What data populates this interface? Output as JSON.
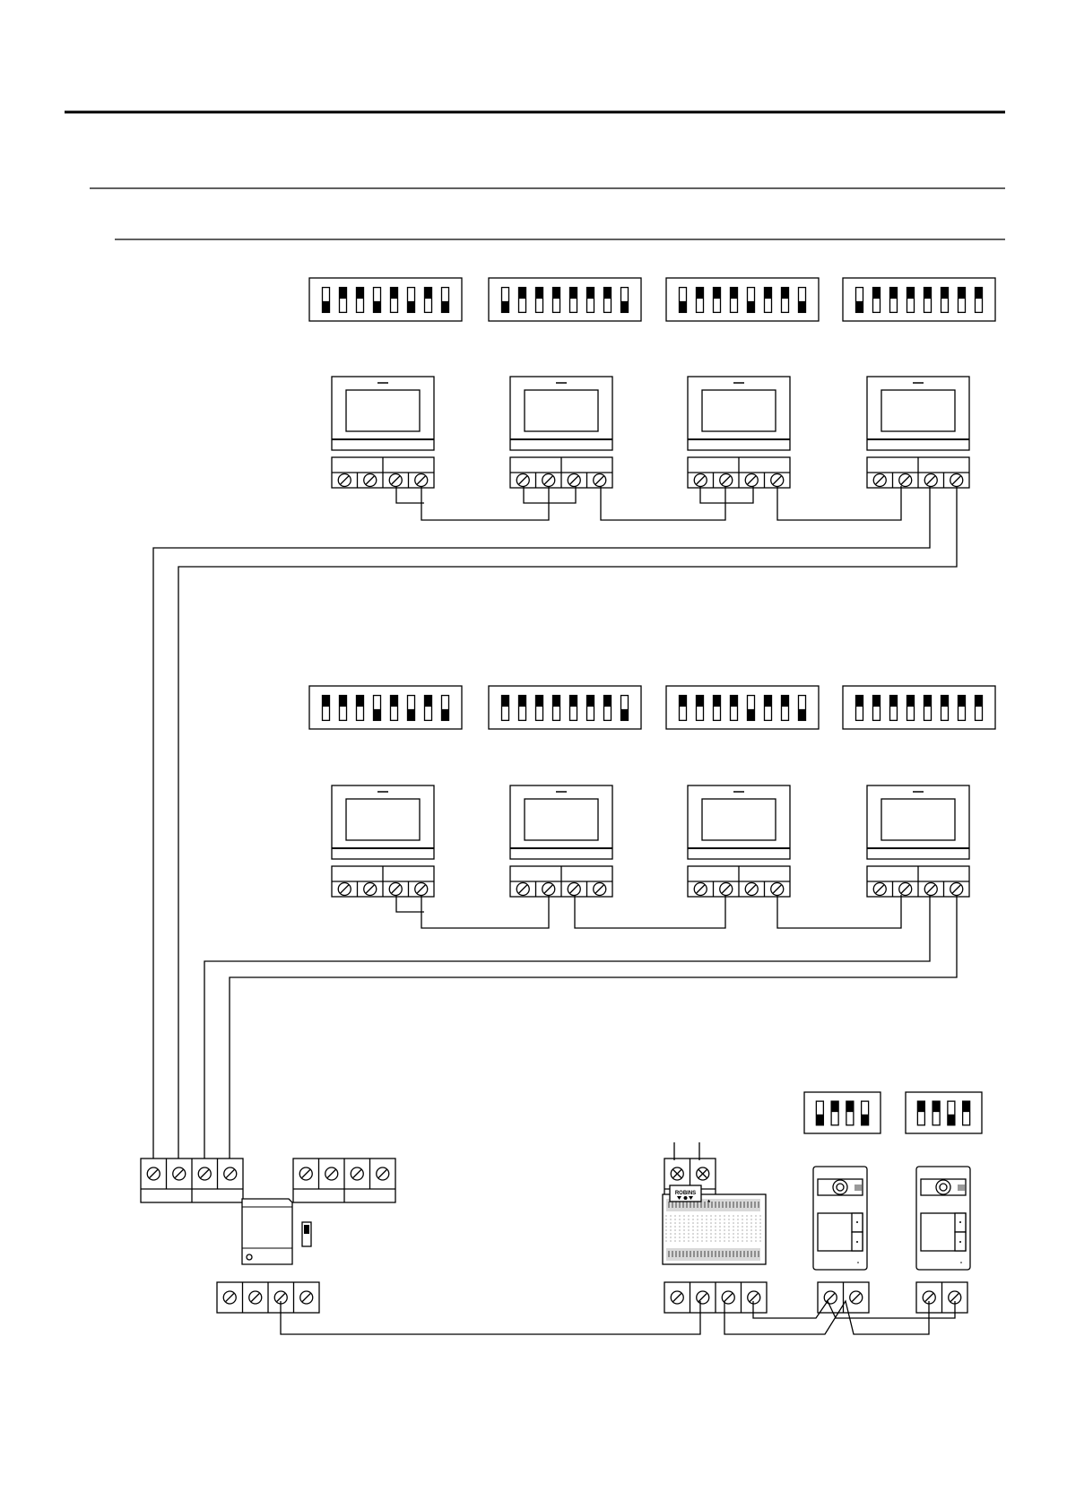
{
  "brand": {
    "logo_text": "ROBINS"
  },
  "dip_switches": {
    "floor1": [
      "01101010",
      "01111110",
      "01110110",
      "01111111"
    ],
    "floor2": [
      "11101010",
      "11111110",
      "11110110",
      "11111111"
    ],
    "panels": [
      "0110",
      "1101"
    ]
  },
  "wiring": {
    "stroke_color": "#000000",
    "background_color": "#ffffff"
  }
}
